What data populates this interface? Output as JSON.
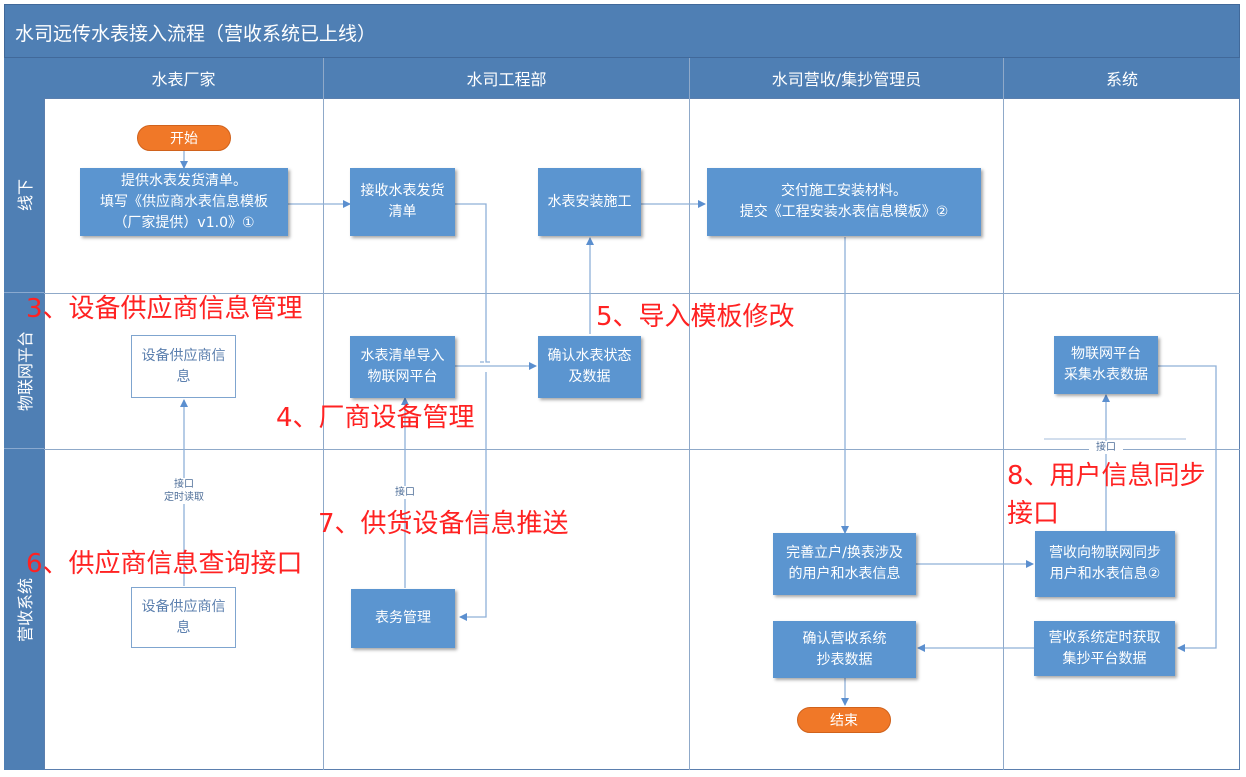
{
  "title": "水司远传水表接入流程（营收系统已上线）",
  "columns": [
    "水表厂家",
    "水司工程部",
    "水司营收/集抄管理员",
    "系统"
  ],
  "lanes": [
    "线下",
    "物联网平台",
    "营收系统"
  ],
  "nodes": {
    "start": "开始",
    "end": "结束",
    "supplier_list": [
      "提供水表发货清单。",
      "填写《供应商水表信息模板",
      "（厂家提供）v1.0》①"
    ],
    "receive_list": [
      "接收水表发货",
      "清单"
    ],
    "install": [
      "水表安装施工"
    ],
    "deliver_materials": [
      "交付施工安装材料。",
      "提交《工程安装水表信息模板》②"
    ],
    "supplier_info_iot": [
      "设备供应商信",
      "息"
    ],
    "import_list": [
      "水表清单导入",
      "物联网平台"
    ],
    "confirm_status": [
      "确认水表状态",
      "及数据"
    ],
    "iot_collect": [
      "物联网平台",
      "采集水表数据"
    ],
    "supplier_info_billing": [
      "设备供应商信",
      "息"
    ],
    "meter_mgmt": [
      "表务管理"
    ],
    "complete_accounts": [
      "完善立户/换表涉及",
      "的用户和水表信息"
    ],
    "sync_iot": [
      "营收向物联网同步",
      "用户和水表信息②"
    ],
    "confirm_billing": [
      "确认营收系统",
      "抄表数据"
    ],
    "timed_fetch": [
      "营收系统定时获取",
      "集抄平台数据"
    ]
  },
  "edge_labels": {
    "supplier_interface": [
      "接口",
      "定时读取"
    ],
    "meter_interface": [
      "接口"
    ],
    "iot_interface": [
      "接口"
    ]
  },
  "annotations": [
    "3、设备供应商信息管理",
    "5、导入模板修改",
    "4、厂商设备管理",
    "7、供货设备信息推送",
    "6、供应商信息查询接口",
    "8、用户信息同步",
    "接口"
  ],
  "colors": {
    "header": "#4f7fb4",
    "process": "#5b95d0",
    "terminal": "#f07828",
    "annotation": "#ff2222"
  }
}
